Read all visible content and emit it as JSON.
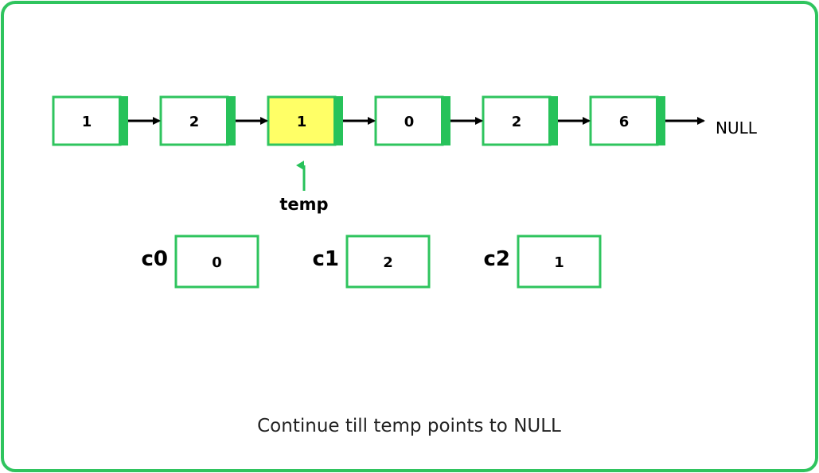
{
  "colors": {
    "border": "#2fc45e",
    "pointer_bar": "#27c25a",
    "highlight_fill": "#ffff66",
    "node_fill": "#ffffff",
    "arrow": "#000000",
    "temp_arrow": "#27c25a",
    "text": "#000000",
    "caption_text": "#222222"
  },
  "list": {
    "nodes": [
      {
        "value": "1",
        "highlighted": false
      },
      {
        "value": "2",
        "highlighted": false
      },
      {
        "value": "1",
        "highlighted": true
      },
      {
        "value": "0",
        "highlighted": false
      },
      {
        "value": "2",
        "highlighted": false
      },
      {
        "value": "6",
        "highlighted": false
      }
    ],
    "null_label": "NULL"
  },
  "pointer": {
    "label": "temp",
    "node_index": 2
  },
  "counters": [
    {
      "label": "c0",
      "value": "0"
    },
    {
      "label": "c1",
      "value": "2"
    },
    {
      "label": "c2",
      "value": "1"
    }
  ],
  "caption": "Continue till temp points to NULL"
}
